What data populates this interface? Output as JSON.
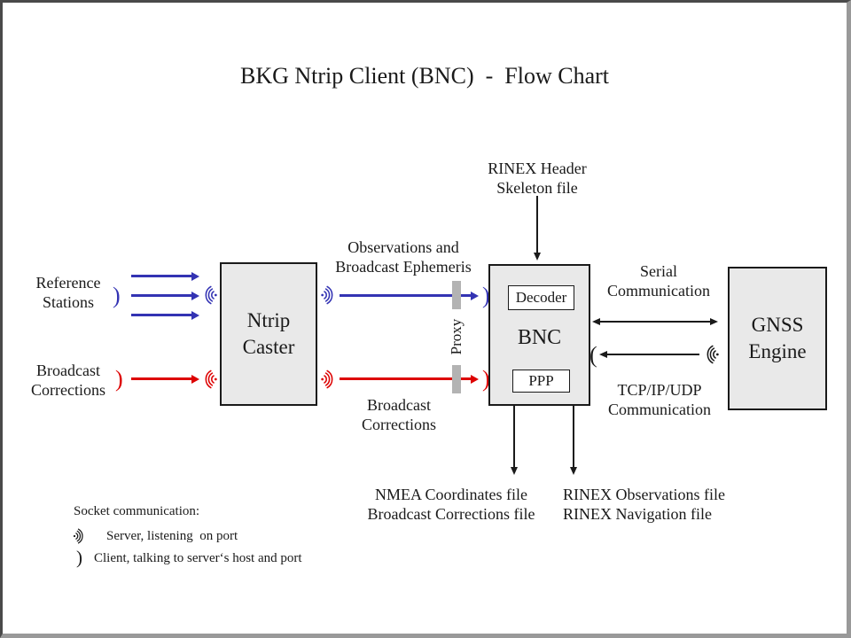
{
  "title": "BKG Ntrip Client (BNC)  -  Flow Chart",
  "colors": {
    "blue": "#3333b3",
    "red": "#dd0000",
    "ink": "#1a1a1a",
    "box-fill": "#e9e9e9",
    "proxy-gray": "#b3b3b3",
    "frame-dark": "#4a4a4a",
    "frame-light": "#999999"
  },
  "nodes": {
    "ntrip_caster": {
      "line1": "Ntrip",
      "line2": "Caster"
    },
    "bnc": {
      "label": "BNC",
      "decoder": "Decoder",
      "ppp": "PPP"
    },
    "gnss_engine": {
      "line1": "GNSS",
      "line2": "Engine"
    }
  },
  "labels": {
    "reference_stations": {
      "line1": "Reference",
      "line2": "Stations"
    },
    "broadcast_corrections_in": {
      "line1": "Broadcast",
      "line2": "Corrections"
    },
    "observations": {
      "line1": "Observations and",
      "line2": "Broadcast Ephemeris"
    },
    "broadcast_corrections_out": {
      "line1": "Broadcast",
      "line2": "Corrections"
    },
    "rinex_header": {
      "line1": "RINEX Header",
      "line2": "Skeleton file"
    },
    "serial": {
      "line1": "Serial",
      "line2": "Communication"
    },
    "tcp": {
      "line1": "TCP/IP/UDP",
      "line2": "Communication"
    },
    "proxy": "Proxy",
    "nmea_files": {
      "line1": "NMEA Coordinates file",
      "line2": "Broadcast Corrections file"
    },
    "rinex_files": {
      "line1": "RINEX Observations file",
      "line2": "RINEX Navigation file"
    }
  },
  "glyphs": {
    "client_right": ")",
    "client_left": "("
  },
  "legend": {
    "heading": "Socket communication:",
    "server_label": "Server, listening  on port",
    "client_label": "Client, talking to server‘s host and port"
  }
}
